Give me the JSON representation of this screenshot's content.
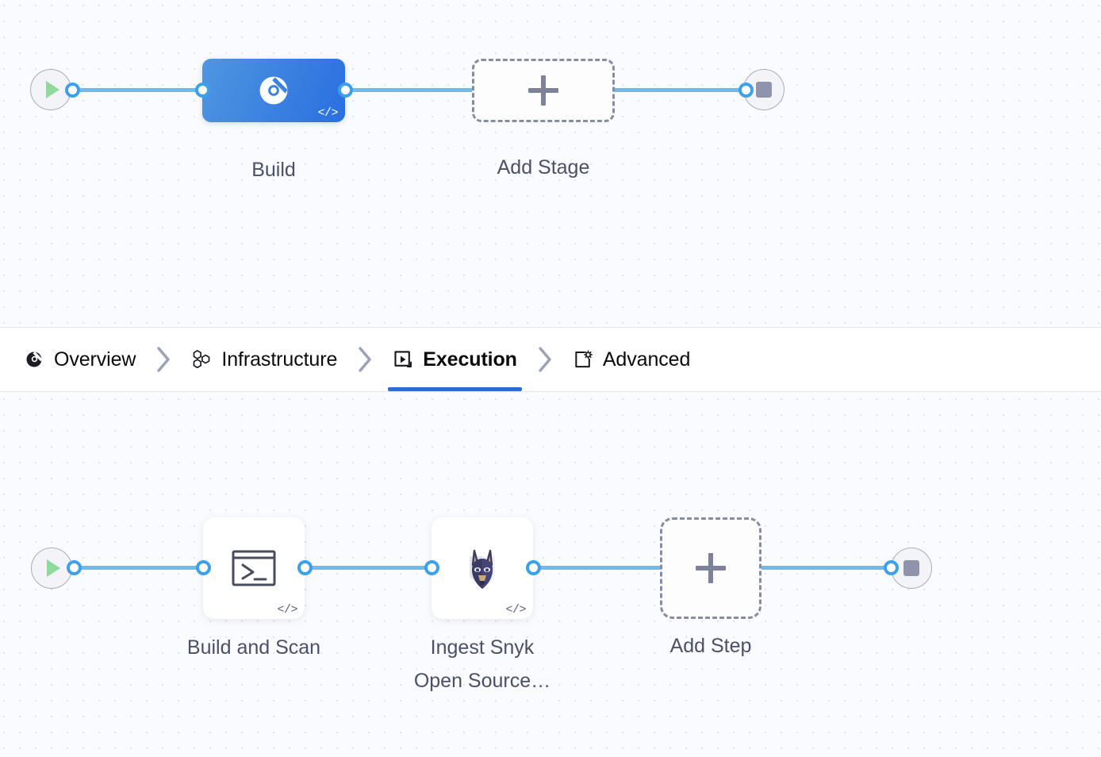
{
  "tabs": [
    {
      "id": "overview",
      "label": "Overview",
      "icon": "pipeline-icon",
      "active": false
    },
    {
      "id": "infrastructure",
      "label": "Infrastructure",
      "icon": "hexagons-icon",
      "active": false
    },
    {
      "id": "execution",
      "label": "Execution",
      "icon": "play-box-icon",
      "active": true
    },
    {
      "id": "advanced",
      "label": "Advanced",
      "icon": "gear-box-icon",
      "active": false
    }
  ],
  "stage_row": {
    "start_node": {
      "name": "pipeline-start",
      "icon": "play-icon"
    },
    "end_node": {
      "name": "pipeline-end",
      "icon": "stop-icon"
    },
    "nodes": [
      {
        "id": "build",
        "label": "Build",
        "type": "stage",
        "icon": "pipeline-icon",
        "badge": "</>",
        "selected": true
      },
      {
        "id": "add-stage",
        "label": "Add Stage",
        "type": "dashed-stage",
        "icon": "plus-icon",
        "badge": "",
        "selected": false
      }
    ]
  },
  "step_row": {
    "start_node": {
      "name": "execution-start",
      "icon": "play-icon"
    },
    "end_node": {
      "name": "execution-end",
      "icon": "stop-icon"
    },
    "nodes": [
      {
        "id": "build-and-scan",
        "label": "Build and Scan",
        "type": "step",
        "icon": "terminal-icon",
        "badge": "</>"
      },
      {
        "id": "ingest-snyk",
        "label": "Ingest Snyk\nOpen Source…",
        "type": "step",
        "icon": "snyk-icon",
        "badge": "</>"
      },
      {
        "id": "add-step",
        "label": "Add Step",
        "type": "dashed-step",
        "icon": "plus-icon",
        "badge": ""
      }
    ]
  },
  "colors": {
    "accent_blue": "#2c6ed5",
    "wire_blue": "#6cbcf0",
    "port_blue": "#3da0ea",
    "node_blue_start": "#4f96e0",
    "node_blue_end": "#2a6fe0",
    "canvas_bg": "#fafbfe",
    "dot_grid": "#dfe3ec",
    "caption_text": "#4a5068",
    "dashed_border": "#868ca3",
    "play_green": "#8ddb9b",
    "stop_gray": "#8f93ac"
  }
}
